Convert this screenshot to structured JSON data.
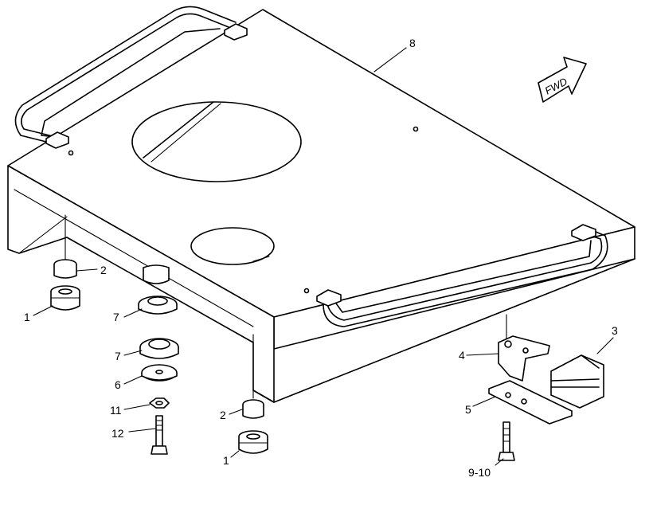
{
  "callouts": {
    "c1_left": "1",
    "c2_left": "2",
    "c7_upper": "7",
    "c7_lower": "7",
    "c6": "6",
    "c11": "11",
    "c12": "12",
    "c2_right": "2",
    "c1_right": "1",
    "c8": "8",
    "c3": "3",
    "c4": "4",
    "c5": "5",
    "c9_10": "9-10"
  },
  "direction_arrow": {
    "label": "FWD"
  }
}
